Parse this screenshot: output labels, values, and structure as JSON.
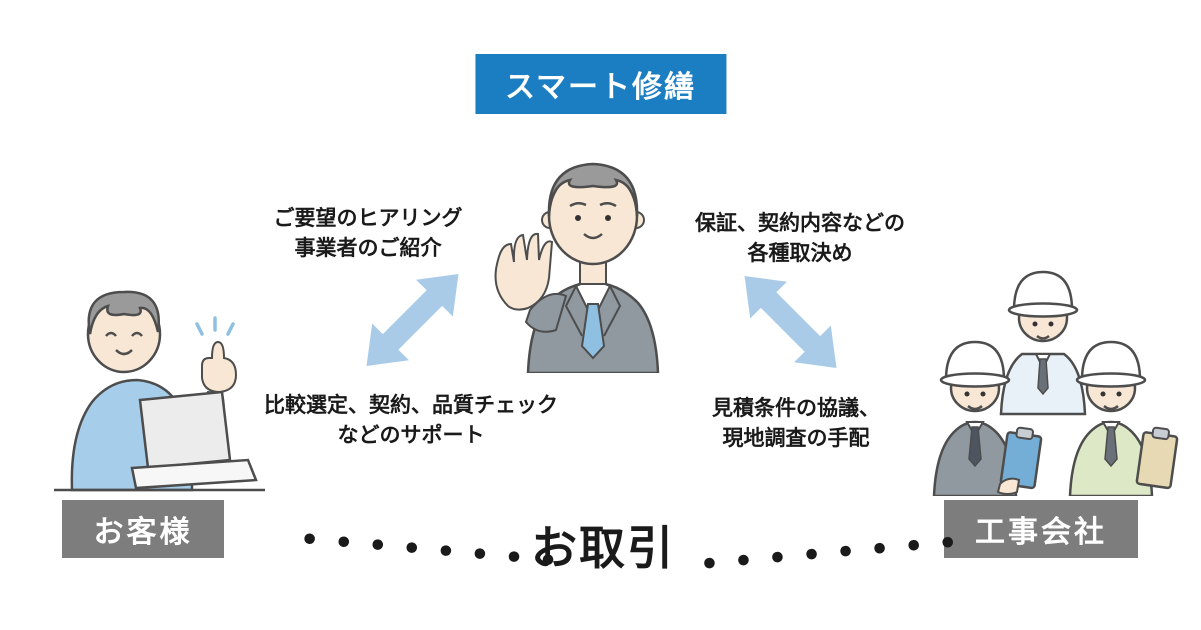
{
  "title": {
    "label": "スマート修繕"
  },
  "colors": {
    "primary_blue": "#1b7ec2",
    "arrow_blue": "#a9cbe8",
    "badge_gray": "#7d7d7d",
    "text_dark": "#1a1a1a",
    "sweater_blue": "#a6cde9",
    "suit_gray": "#9099a0",
    "tie_blue": "#8fc0e2",
    "worker_green": "#dde8c6",
    "clipboard_blue": "#74aed6"
  },
  "labels": {
    "customer": "お客様",
    "contractor": "工事会社",
    "transaction": "お取引"
  },
  "annotations": {
    "left_top_line1": "ご要望のヒアリング",
    "left_top_line2": "事業者のご紹介",
    "right_top_line1": "保証、契約内容などの",
    "right_top_line2": "各種取決め",
    "left_bottom_line1": "比較選定、契約、品質チェック",
    "left_bottom_line2": "などのサポート",
    "right_bottom_line1": "見積条件の協議、",
    "right_bottom_line2": "現地調査の手配"
  },
  "transaction": {
    "dots_left": "••••••••",
    "dots_right": "••••••••"
  }
}
